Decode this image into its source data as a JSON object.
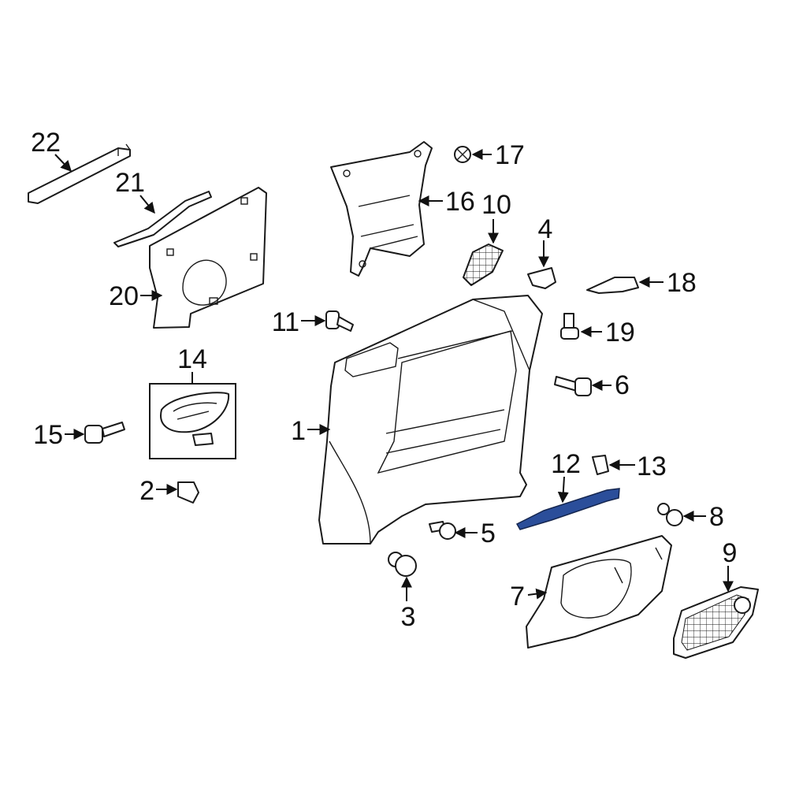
{
  "callouts": [
    "1",
    "2",
    "3",
    "4",
    "5",
    "6",
    "7",
    "8",
    "9",
    "10",
    "11",
    "12",
    "13",
    "14",
    "15",
    "16",
    "17",
    "18",
    "19",
    "20",
    "21",
    "22"
  ],
  "highlighted_part": "12",
  "colors": {
    "highlight": "#2b4e9a",
    "line": "#1a1a1a",
    "background": "#ffffff"
  }
}
